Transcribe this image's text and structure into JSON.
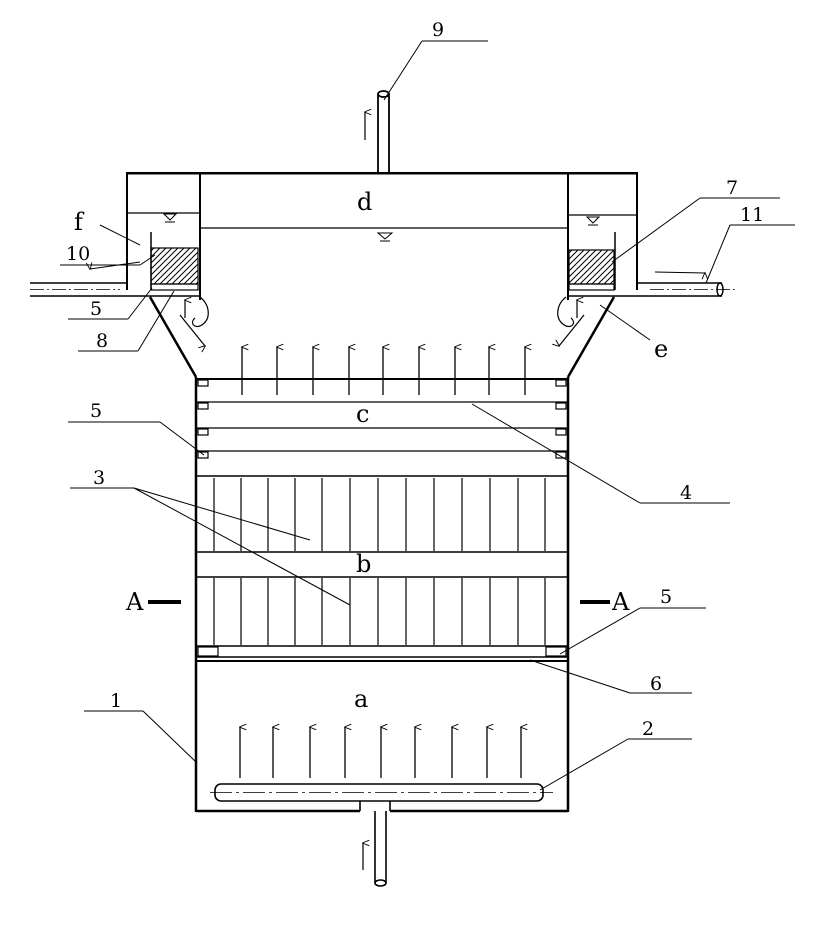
{
  "labels": {
    "n1": "1",
    "n2": "2",
    "n3": "3",
    "n4": "4",
    "n5_top_left": "5",
    "n5_mid_left": "5",
    "n5_right": "5",
    "n6": "6",
    "n7": "7",
    "n8": "8",
    "n9": "9",
    "n10": "10",
    "n11": "11"
  },
  "zones": {
    "a": "a",
    "b": "b",
    "c": "c",
    "d": "d",
    "e": "e",
    "f": "f"
  },
  "section": {
    "left": "A",
    "right": "A"
  },
  "colors": {
    "line": "#000000",
    "background": "#ffffff"
  }
}
